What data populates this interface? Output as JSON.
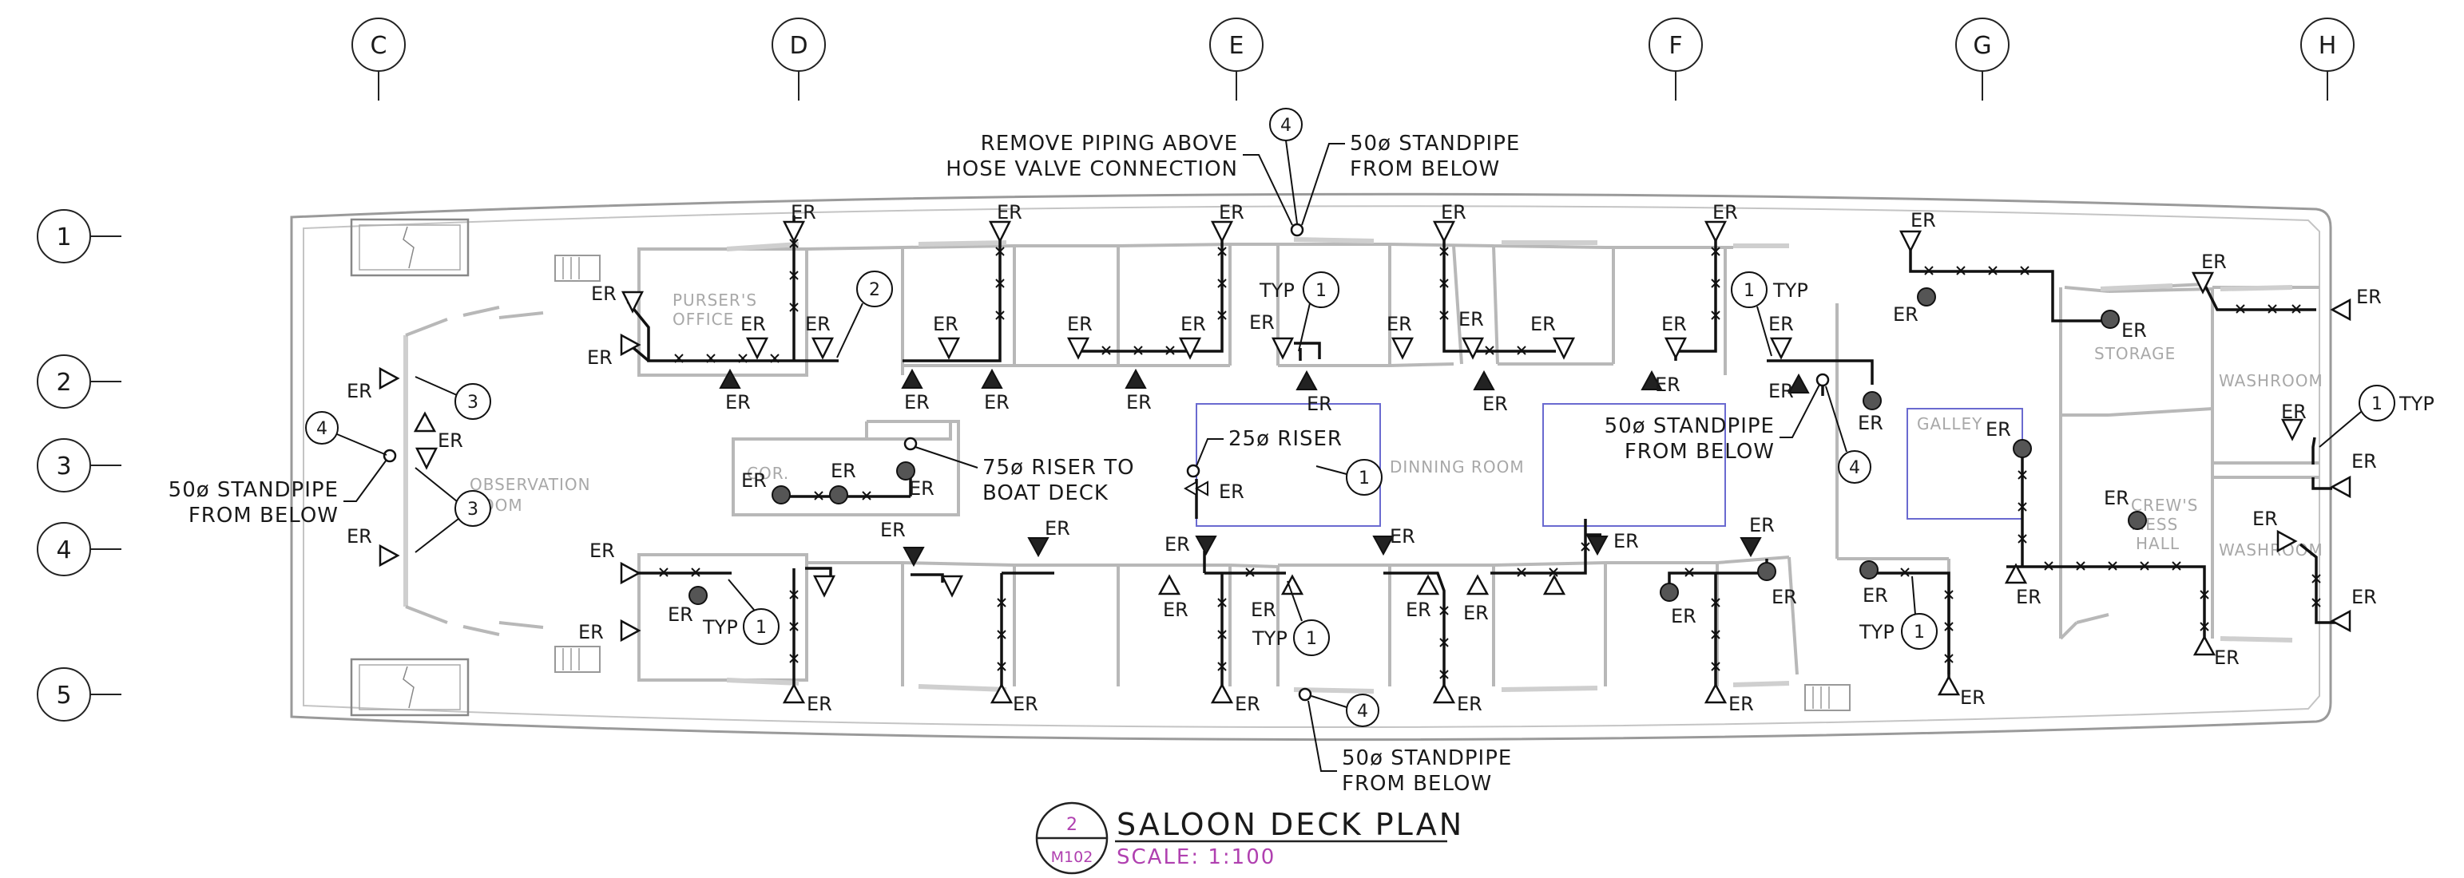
{
  "title": {
    "text": "SALOON DECK PLAN",
    "scale": "SCALE:  1:100",
    "detail_number": "2",
    "sheet": "M102"
  },
  "grid_columns": [
    "C",
    "D",
    "E",
    "F",
    "G",
    "H"
  ],
  "grid_rows": [
    "1",
    "2",
    "3",
    "4",
    "5"
  ],
  "rooms": {
    "pursers_office": "PURSER'S OFFICE",
    "observation_room": "OBSERVATION ROOM",
    "dinning_room": "DINNING ROOM",
    "galley": "GALLEY",
    "storage": "STORAGE",
    "washroom_upper": "WASHROOM",
    "washroom_lower": "WASHROOM",
    "crews_mess_hall": "CREW'S MESS HALL",
    "corridor": "COR."
  },
  "notes": {
    "remove_piping": [
      "REMOVE PIPING ABOVE",
      "HOSE VALVE CONNECTION"
    ],
    "standpipe_top": [
      "50ø STANDPIPE",
      "FROM BELOW"
    ],
    "standpipe_left": [
      "50ø STANDPIPE",
      "FROM BELOW"
    ],
    "standpipe_mid": [
      "50ø STANDPIPE",
      "FROM BELOW"
    ],
    "standpipe_bottom": [
      "50ø STANDPIPE",
      "FROM BELOW"
    ],
    "riser_75": [
      "75ø RISER TO",
      "BOAT DECK"
    ],
    "riser_25": "25ø RISER"
  },
  "labels": {
    "er": "ER",
    "typ": "TYP"
  },
  "tags": {
    "one": "1",
    "two": "2",
    "three": "3",
    "four": "4"
  }
}
